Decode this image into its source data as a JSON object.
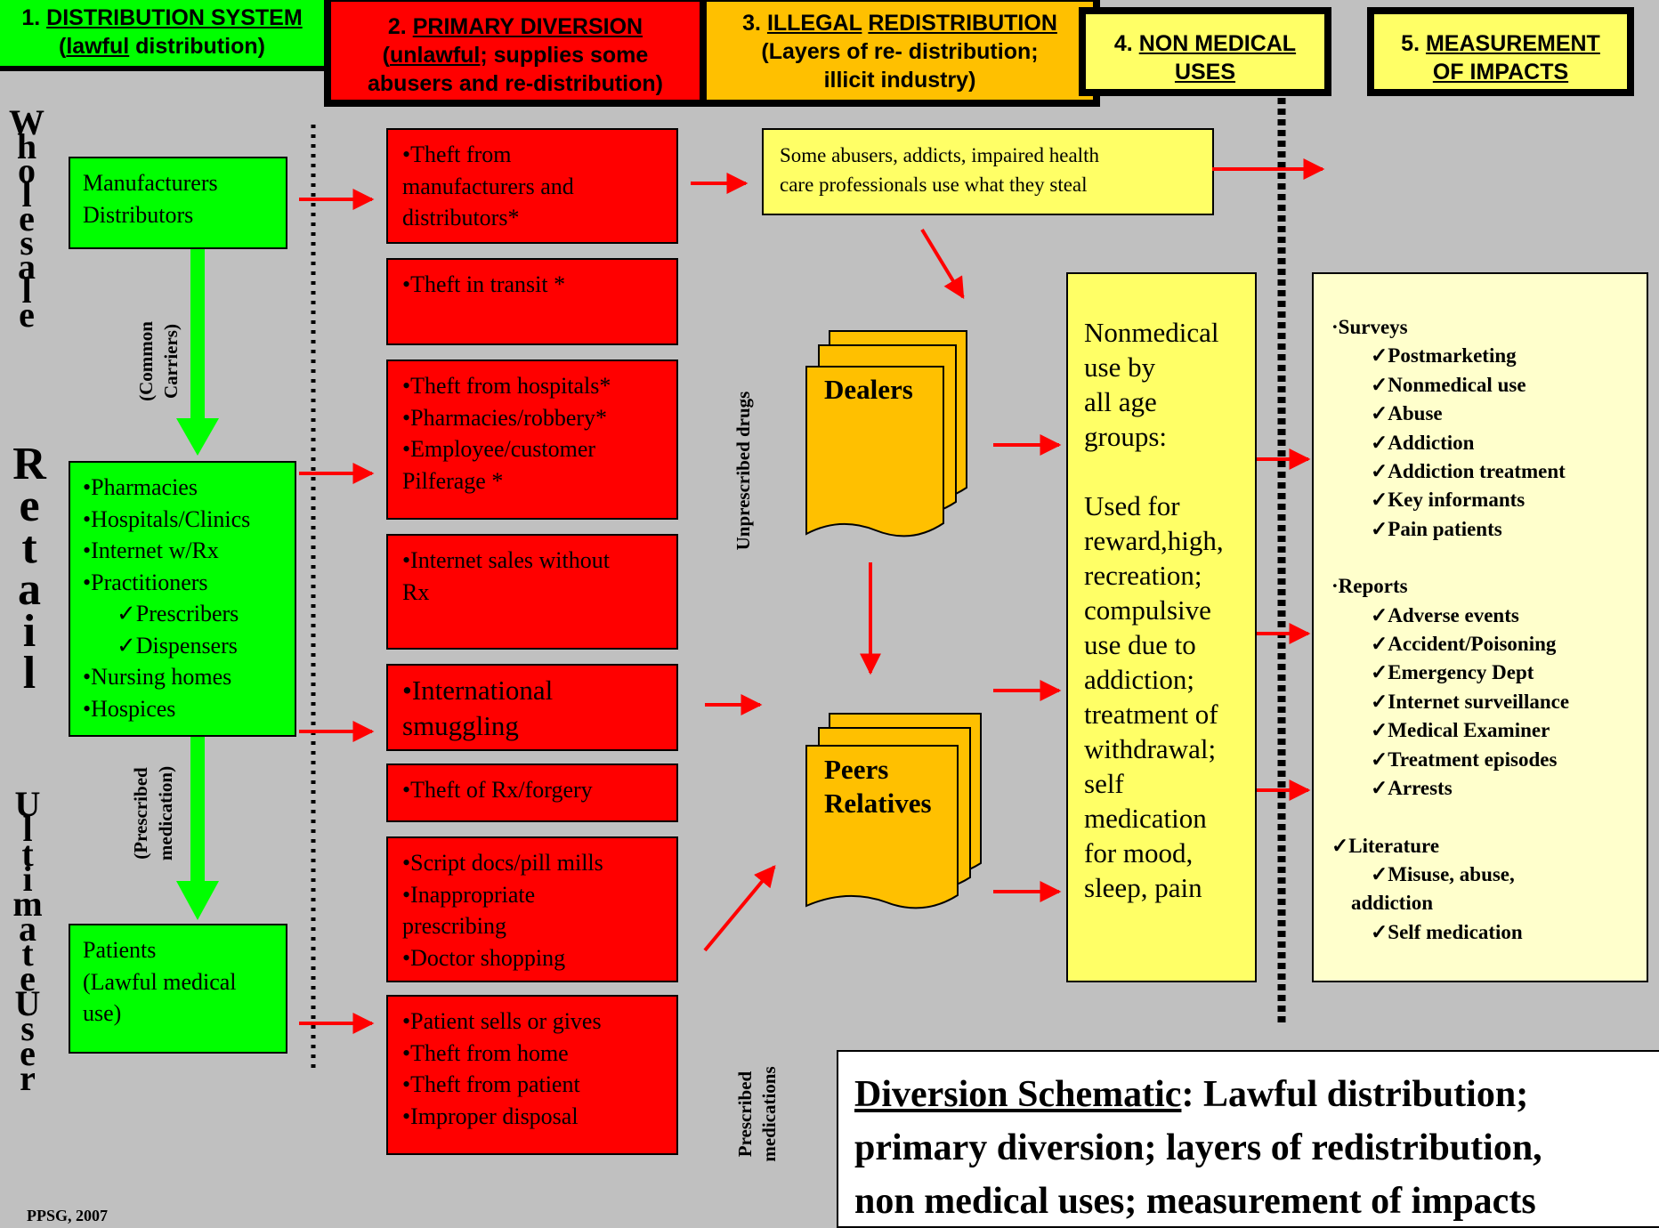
{
  "headers": [
    {
      "num": "1.",
      "title": "DISTRIBUTION SYSTEM",
      "sub_u": "lawful",
      "sub_rest": " distribution)"
    },
    {
      "num": "2.",
      "title": "PRIMARY DIVERSION",
      "sub_u": "unlawful",
      "sub_rest": "; supplies some",
      "line3": "abusers and re-distribution)"
    },
    {
      "num": "3.",
      "title_u": "ILLEGAL",
      "title_rest": "REDISTRIBUTION",
      "line2": "(Layers of re- distribution;",
      "line3": "illicit industry)"
    },
    {
      "num": "4.",
      "title_line1": "NON MEDICAL",
      "title_line2": "USES"
    },
    {
      "num": "5.",
      "title_line1": "MEASUREMENT",
      "title_line2": "OF IMPACTS"
    }
  ],
  "side_labels": {
    "wholesale": "Wholesale",
    "retail": "Retail",
    "ultimate_user": "Ultimate User"
  },
  "rotated_labels": {
    "common_carriers": [
      "(Common",
      "Carriers)"
    ],
    "prescribed_medication": [
      "(Prescribed",
      "medication)"
    ],
    "unprescribed_drugs": "Unprescribed drugs",
    "prescribed_medications": [
      "Prescribed",
      "medications"
    ]
  },
  "green_boxes": {
    "manufacturers": [
      "Manufacturers",
      "Distributors"
    ],
    "retail": [
      "•Pharmacies",
      "•Hospitals/Clinics",
      "•Internet w/Rx",
      "•Practitioners",
      "✓Prescribers",
      "✓Dispensers",
      "•Nursing homes",
      "•Hospices"
    ],
    "patients": [
      "Patients",
      "(Lawful medical",
      "use)"
    ]
  },
  "red_boxes": [
    [
      "•Theft from",
      "manufacturers and",
      "distributors*"
    ],
    [
      "•Theft in transit *"
    ],
    [
      "•Theft from hospitals*",
      "•Pharmacies/robbery*",
      "•Employee/customer",
      "Pilferage *"
    ],
    [
      "•Internet sales without",
      "Rx"
    ],
    [
      "•International",
      "smuggling"
    ],
    [
      "•Theft of Rx/forgery"
    ],
    [
      "•Script docs/pill mills",
      "•Inappropriate",
      "prescribing",
      "•Doctor shopping"
    ],
    [
      "•Patient sells or gives",
      "•Theft from home",
      "•Theft from patient",
      "•Improper disposal"
    ]
  ],
  "abusers_box": [
    "Some abusers, addicts,  impaired health",
    "care professionals  use what they steal"
  ],
  "documents": {
    "dealers": [
      "Dealers"
    ],
    "peers": [
      "Peers",
      "Relatives"
    ]
  },
  "nonmedical_box": [
    "Nonmedical",
    "use by",
    "all age",
    "groups:",
    "",
    "Used for",
    "reward,high,",
    "recreation;",
    "compulsive",
    "use due to",
    "addiction;",
    "treatment of",
    "withdrawal;",
    "self",
    "medication",
    "for mood,",
    "sleep, pain"
  ],
  "measurement_box": {
    "surveys_title": "·Surveys",
    "surveys": [
      "✓Postmarketing",
      "✓Nonmedical use",
      "✓Abuse",
      "✓Addiction",
      "✓Addiction treatment",
      "✓Key informants",
      "✓Pain patients"
    ],
    "reports_title": "·Reports",
    "reports": [
      "✓Adverse events",
      "✓Accident/Poisoning",
      "✓Emergency Dept",
      "✓Internet surveillance",
      "✓Medical Examiner",
      "✓Treatment episodes",
      "✓Arrests"
    ],
    "literature_title": "✓Literature",
    "literature": [
      "✓Misuse, abuse,",
      "addiction",
      "✓Self medication"
    ]
  },
  "caption": {
    "lead": "Diversion Schematic",
    "rest1": ": Lawful distribution;",
    "line2": "primary diversion; layers of redistribution,",
    "line3": "non medical uses; measurement of impacts"
  },
  "footer": "PPSG, 2007",
  "colors": {
    "green": "#00ff00",
    "red": "#ff0000",
    "orange": "#ffc000",
    "yellow": "#ffff66",
    "pale_yellow": "#ffffcc",
    "background": "#c0c0c0"
  }
}
